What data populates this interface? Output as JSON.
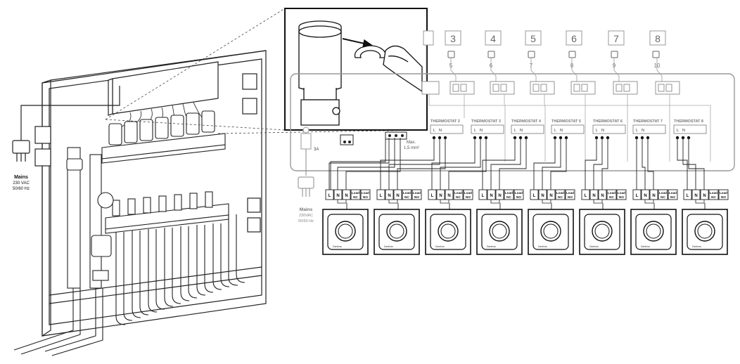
{
  "mains_left": {
    "title": "Mains",
    "line1": "230 VAC",
    "line2": "50/60 Hz"
  },
  "mains_right": {
    "title": "Mains",
    "line1": "230VAC",
    "line2": "50/60 Hz"
  },
  "fuse_label": "3A",
  "max_label": {
    "line1": "Max.",
    "line2": "1,5 mm²"
  },
  "zone_numbers": [
    "3",
    "4",
    "5",
    "6",
    "7",
    "8"
  ],
  "channel_numbers": [
    "5",
    "6",
    "7",
    "8",
    "9",
    "10"
  ],
  "thermostat_labels": [
    "THERMOSTAT 2",
    "THERMOSTAT 3",
    "THERMOSTAT 4",
    "THERMOSTAT 5",
    "THERMOSTAT 6",
    "THERMOSTAT 7",
    "THERMOSTAT 8"
  ],
  "terminal_labels": {
    "l": "L",
    "n": "N",
    "n2": "N",
    "load_nc": [
      "Load",
      "NC"
    ],
    "load_no": [
      "Load",
      "NO"
    ]
  },
  "thermostat_brand": "Danfoss",
  "colors": {
    "line": "#222222",
    "gray_line": "#9a9a9a",
    "frame": "#555555"
  }
}
